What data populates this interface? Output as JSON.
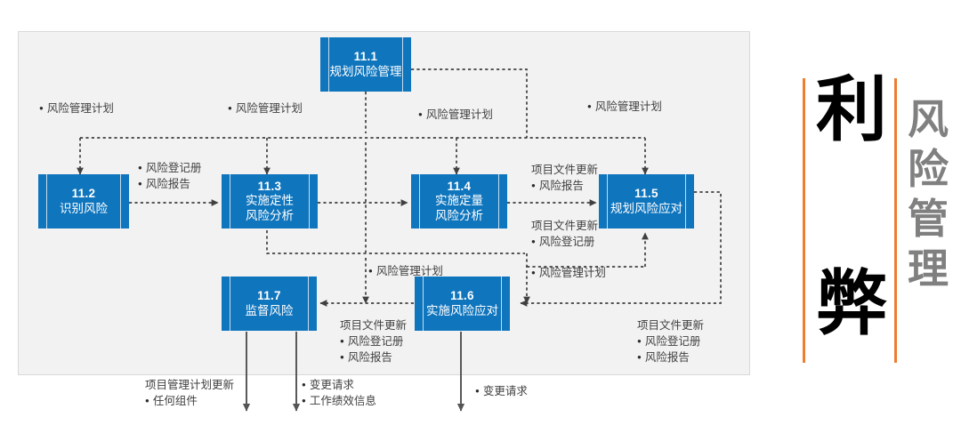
{
  "diagram": {
    "title_block": {
      "big_chars": [
        "利",
        "弊"
      ],
      "side_chars": [
        "风",
        "险",
        "管",
        "理"
      ],
      "accent_color": "#ed7d31",
      "side_color": "#808080"
    },
    "box_color": "#0f75bd",
    "panel_bg": "#f2f2f2",
    "processes": [
      {
        "id": "11.1",
        "num": "11.1",
        "name": "规划风险管理"
      },
      {
        "id": "11.2",
        "num": "11.2",
        "name": "识别风险"
      },
      {
        "id": "11.3",
        "num": "11.3",
        "name": "实施定性",
        "name2": "风险分析"
      },
      {
        "id": "11.4",
        "num": "11.4",
        "name": "实施定量",
        "name2": "风险分析"
      },
      {
        "id": "11.5",
        "num": "11.5",
        "name": "规划风险应对"
      },
      {
        "id": "11.6",
        "num": "11.6",
        "name": "实施风险应对"
      },
      {
        "id": "11.7",
        "num": "11.7",
        "name": "监督风险"
      }
    ],
    "labels": {
      "plan_to_identify": "风险管理计划",
      "plan_to_qualitative": "风险管理计划",
      "plan_to_quantitative": "风险管理计划",
      "plan_to_response": "风险管理计划",
      "identify_out_1": "风险登记册",
      "identify_out_2": "风险报告",
      "quant_out_hdr": "项目文件更新",
      "quant_out_1": "风险报告",
      "resp_in_hdr": "项目文件更新",
      "resp_in_1": "风险登记册",
      "plan_to_implement": "风险管理计划",
      "plan_to_monitor": "风险管理计划",
      "monitor_in_hdr": "项目文件更新",
      "monitor_in_1": "风险登记册",
      "monitor_in_2": "风险报告",
      "right_out_hdr": "项目文件更新",
      "right_out_1": "风险登记册",
      "right_out_2": "风险报告",
      "bottom_left_hdr": "项目管理计划更新",
      "bottom_left_1": "任何组件",
      "bottom_mid_1": "变更请求",
      "bottom_mid_2": "工作绩效信息",
      "bottom_right_1": "变更请求"
    }
  }
}
